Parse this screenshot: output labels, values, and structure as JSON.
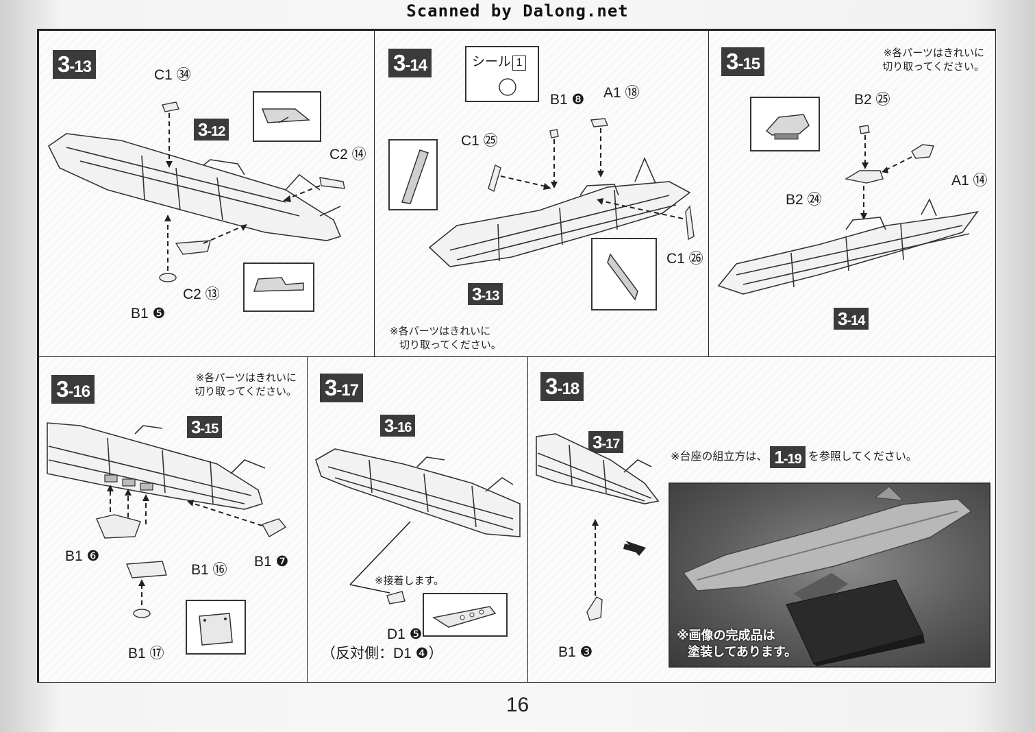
{
  "header": {
    "scan_credit": "Scanned by Dalong.net"
  },
  "footer": {
    "page_number": "16"
  },
  "panels": {
    "p313": {
      "step": {
        "main": "3",
        "sub": "-13"
      },
      "ref": {
        "main": "3",
        "sub": "-12"
      },
      "parts": [
        "C1 ㉞",
        "C2 ⑭",
        "C2 ⑬",
        "B1 ❺"
      ]
    },
    "p314": {
      "step": {
        "main": "3",
        "sub": "-14"
      },
      "sticker": "シール",
      "sticker_num": "1",
      "ref": {
        "main": "3",
        "sub": "-13"
      },
      "parts": [
        "B1 ❽",
        "A1 ⑱",
        "C1 ㉕",
        "C1 ㉖"
      ],
      "note": [
        "※各パーツはきれいに",
        "切り取ってください。"
      ]
    },
    "p315": {
      "step": {
        "main": "3",
        "sub": "-15"
      },
      "ref": {
        "main": "3",
        "sub": "-14"
      },
      "parts": [
        "B2 ㉕",
        "A1 ⑭",
        "B2 ㉔"
      ],
      "note": [
        "※各パーツはきれいに",
        "切り取ってください。"
      ]
    },
    "p316": {
      "step": {
        "main": "3",
        "sub": "-16"
      },
      "ref": {
        "main": "3",
        "sub": "-15"
      },
      "parts": [
        "B1 ❻",
        "B1 ⑯",
        "B1 ❼",
        "B1 ⑰"
      ],
      "note": [
        "※各パーツはきれいに",
        "切り取ってください。"
      ]
    },
    "p317": {
      "step": {
        "main": "3",
        "sub": "-17"
      },
      "ref": {
        "main": "3",
        "sub": "-16"
      },
      "glue_note": "※接着します。",
      "parts": [
        "D1 ❺",
        "（反対側：D1 ❹）"
      ]
    },
    "p318": {
      "step": {
        "main": "3",
        "sub": "-18"
      },
      "ref": {
        "main": "3",
        "sub": "-17"
      },
      "base_note_pre": "※台座の組立方は、",
      "base_ref": {
        "main": "1",
        "sub": "-19"
      },
      "base_note_post": "を参照してください。",
      "parts": [
        "B1 ❸"
      ],
      "photo_caption": [
        "※画像の完成品は",
        "塗装してあります。"
      ]
    }
  }
}
